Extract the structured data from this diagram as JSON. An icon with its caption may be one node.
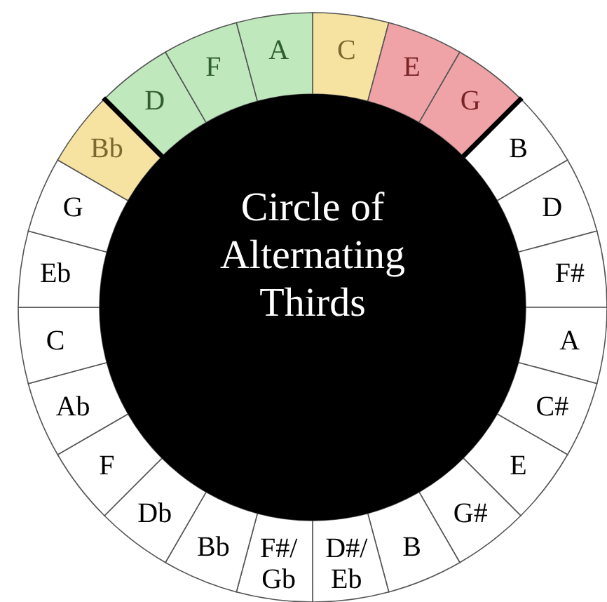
{
  "diagram": {
    "nodes": [
      {
        "text": [
          "Circle of Alternating Thirds"
        ]
      },
      {
        "text": [
          "C"
        ]
      },
      {
        "text": [
          "E"
        ]
      },
      {
        "text": [
          "G"
        ]
      },
      {
        "text": [
          "B"
        ]
      },
      {
        "text": [
          "D"
        ]
      },
      {
        "text": [
          "F#"
        ]
      },
      {
        "text": [
          "A"
        ]
      },
      {
        "text": [
          "C#"
        ]
      },
      {
        "text": [
          "E"
        ]
      },
      {
        "text": [
          "G#"
        ]
      },
      {
        "text": [
          "B"
        ]
      },
      {
        "text": [
          "D#/ Eb"
        ]
      },
      {
        "text": [
          "F#/ Gb"
        ]
      },
      {
        "text": [
          "Bb"
        ]
      },
      {
        "text": [
          "Db"
        ]
      },
      {
        "text": [
          "F"
        ]
      },
      {
        "text": [
          "Ab"
        ]
      },
      {
        "text": [
          "C"
        ]
      },
      {
        "text": [
          "Eb"
        ]
      },
      {
        "text": [
          "G"
        ]
      },
      {
        "text": [
          "Bb"
        ]
      },
      {
        "text": [
          "D"
        ]
      },
      {
        "text": [
          "F"
        ]
      },
      {
        "text": [
          "A"
        ]
      }
    ]
  }
}
